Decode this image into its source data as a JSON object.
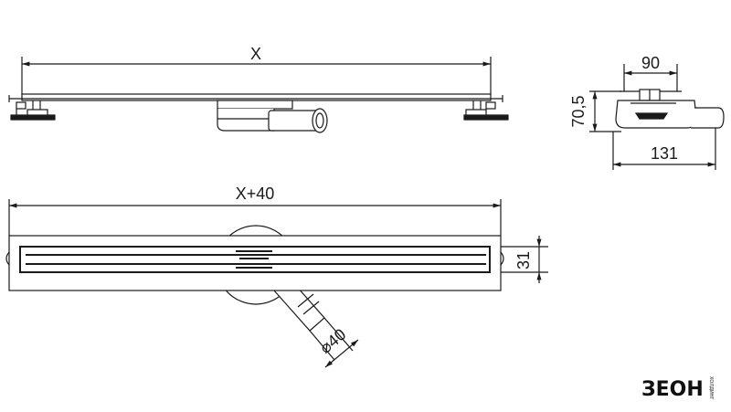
{
  "dimensions": {
    "length_top": "X",
    "length_bottom": "X+40",
    "width_side": "90",
    "height_side": "70,5",
    "depth_side": "131",
    "grate_width": "31",
    "outlet_diameter": "⌀40"
  },
  "logo": {
    "brand": "ЗЕОН",
    "tagline": "ХОЛДИНГ"
  },
  "colors": {
    "line": "#1a1a1a",
    "fill_light": "#ffffff",
    "fill_gray": "#e6e6e6"
  }
}
